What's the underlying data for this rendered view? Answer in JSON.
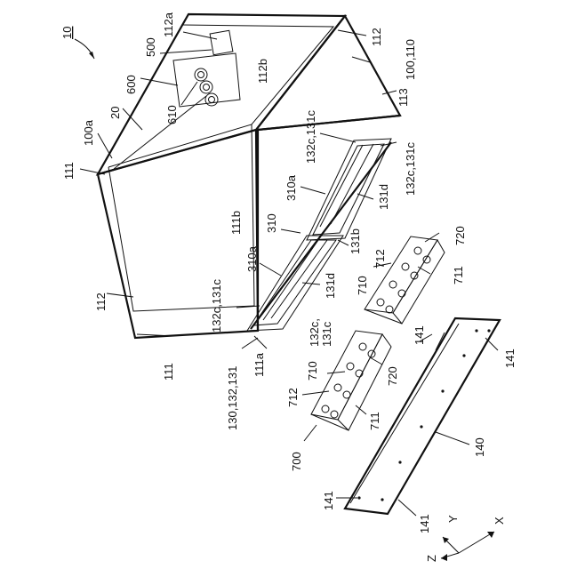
{
  "figure": {
    "ref_main": "10",
    "labels": {
      "l112a": "112a",
      "l500": "500",
      "l600": "600",
      "l20": "20",
      "l610": "610",
      "l100a": "100a",
      "l111_top": "111",
      "l112_right": "112",
      "l100_110": "100,110",
      "l112b": "112b",
      "l113": "113",
      "l132c131c_a": "132c,131c",
      "l132c131c_b": "132c,131c",
      "l310a_top": "310a",
      "l131d_top": "131d",
      "l310": "310",
      "l111b": "111b",
      "l131b": "131b",
      "l112_left": "112",
      "l310a_mid": "310a",
      "l132c131c_c": "132c,131c",
      "l131d_mid": "131d",
      "l132c_split": "132c,",
      "l131c_split": "131c",
      "l111_bottom": "111",
      "l130": "130,132,131",
      "l111a": "111a",
      "l712_a": "712",
      "l720_a": "720",
      "l710_a": "710",
      "l711_a": "711",
      "l141_a": "141",
      "l141_b": "141",
      "l710_b": "710",
      "l720_b": "720",
      "l712_b": "712",
      "l711_b": "711",
      "l700": "700",
      "l140": "140",
      "l141_c": "141",
      "l141_d": "141",
      "axis_y": "Y",
      "axis_x": "X",
      "axis_z": "Z"
    }
  }
}
